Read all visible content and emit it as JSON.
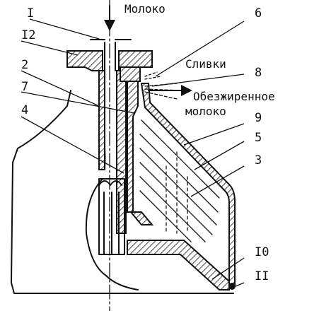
{
  "labels": {
    "milk_in": "Молоко",
    "cream": "Сливки",
    "skim_line1": "Обезжиренное",
    "skim_line2": "молоко"
  },
  "numbers": {
    "n1": "I",
    "n2": "2",
    "n3": "3",
    "n4": "4",
    "n5": "5",
    "n6": "6",
    "n7": "7",
    "n8": "8",
    "n9": "9",
    "n10": "I0",
    "n11": "II",
    "n12": "I2"
  }
}
